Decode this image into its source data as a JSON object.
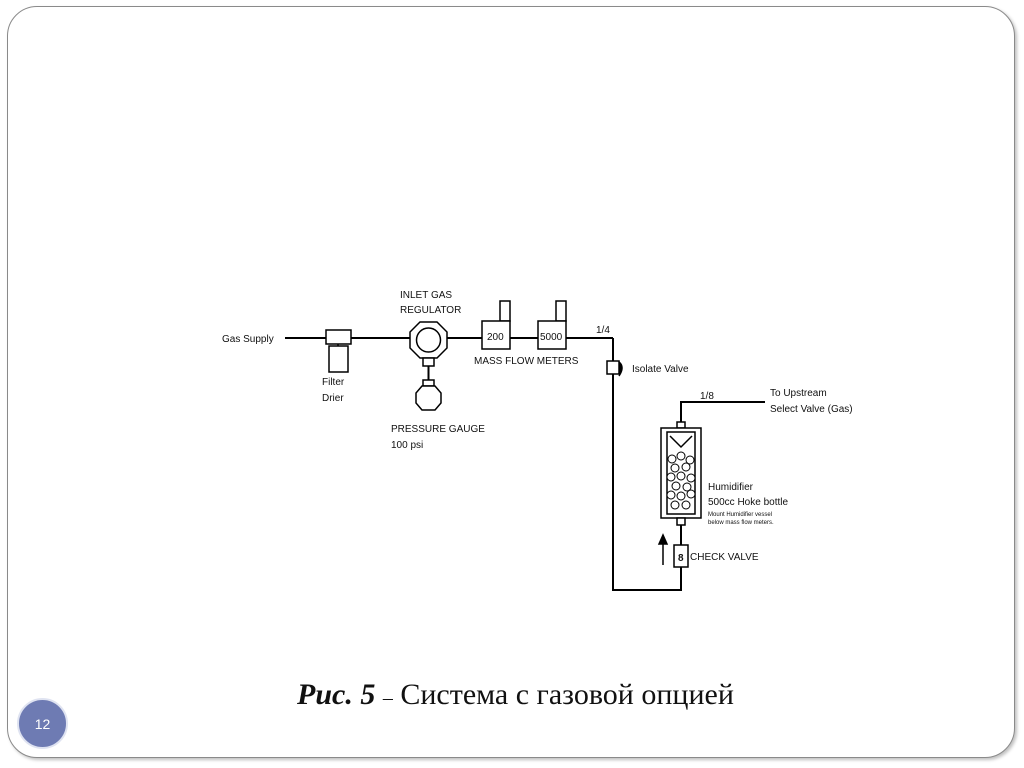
{
  "diagram": {
    "labels": {
      "gas_supply": "Gas Supply",
      "filter_1": "Filter",
      "filter_2": "Drier",
      "regulator_1": "INLET GAS",
      "regulator_2": "REGULATOR",
      "gauge_1": "PRESSURE GAUGE",
      "gauge_2": "100 psi",
      "mfc1_value": "200",
      "mfc2_value": "5000",
      "mfc_caption": "MASS FLOW METERS",
      "pipe_quarter": "1/4",
      "isolate_valve": "Isolate Valve",
      "pipe_eighth": "1/8",
      "upstream_1": "To Upstream",
      "upstream_2": "Select Valve (Gas)",
      "humidifier_1": "Humidifier",
      "humidifier_2": "500cc Hoke bottle",
      "mount_note_1": "Mount Humidifier vessel",
      "mount_note_2": "below mass flow meters.",
      "check_valve": "CHECK VALVE",
      "check_valve_mark": "8"
    }
  },
  "caption": {
    "prefix": "Рис. 5",
    "dash": "–",
    "text": "Система с газовой опцией"
  },
  "page_number": "12"
}
